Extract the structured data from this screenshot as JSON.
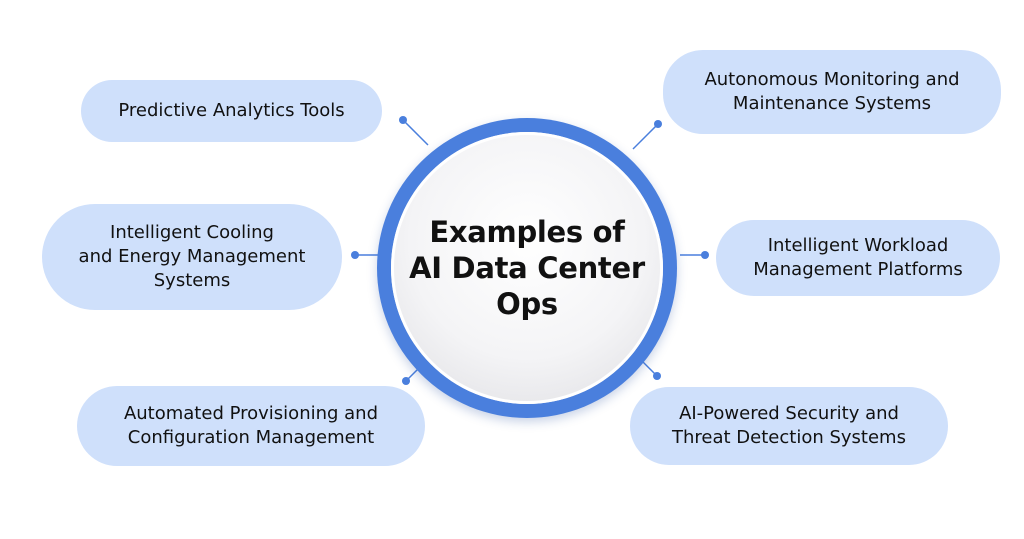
{
  "diagram": {
    "center": {
      "title": "Examples of\nAI Data Center\nOps"
    },
    "items": [
      {
        "label": "Predictive Analytics Tools"
      },
      {
        "label": "Autonomous Monitoring and\nMaintenance Systems"
      },
      {
        "label": "Intelligent Cooling\nand Energy Management\nSystems"
      },
      {
        "label": "Intelligent Workload\nManagement Platforms"
      },
      {
        "label": "Automated Provisioning and\nConfiguration Management"
      },
      {
        "label": "AI-Powered Security and\nThreat Detection Systems"
      }
    ],
    "colors": {
      "ring": "#4a7fdd",
      "pill": "#cfe0fb",
      "connector": "#4a7fdd",
      "text": "#111111"
    }
  }
}
